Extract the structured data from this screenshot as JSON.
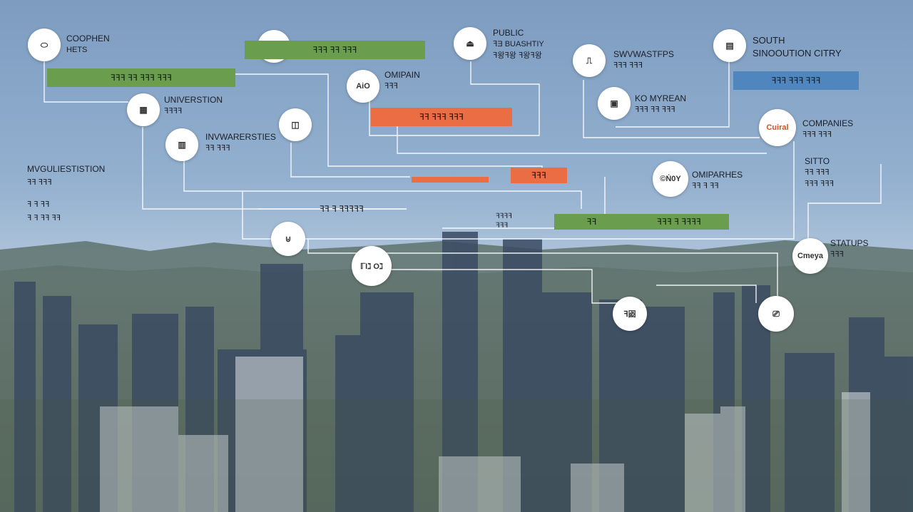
{
  "nodes": {
    "n1": {
      "icon": "pill-icon"
    },
    "n2": {
      "icon": "building-icon"
    },
    "n3": {
      "icon": "stamp-icon"
    },
    "n4": {
      "icon": "document-icon"
    },
    "n5": {
      "icon": "bracket-icon"
    },
    "n6": {
      "icon": "ruler-icon",
      "text": "AiO"
    },
    "n7": {
      "icon": "chart-icon"
    },
    "n8": {
      "icon": "tray-icon"
    },
    "n9": {
      "icon": "window-icon"
    },
    "n10": {
      "icon": "logo-icon",
      "text": "Cuiral"
    },
    "n11": {
      "icon": "grid-icon"
    },
    "n12": {
      "text": "©Ṅ0Y"
    },
    "n13": {
      "icon": "cup-icon"
    },
    "n14": {
      "text": "Cmeya"
    },
    "n15": {
      "icon": "app-icon",
      "text": "ℾƖℷ Oℷ"
    },
    "n16": {
      "text": "ꟻ㘠"
    },
    "n17": {
      "icon": "ticket-icon"
    }
  },
  "labels": {
    "coophen": {
      "line1": "COOPHEN",
      "line2": "HETS"
    },
    "public": {
      "line1": "PUBLIC",
      "line2": "ꟻƎ BUASHTIY",
      "line3": "ꟻ왕ꟻ왕 ꟻ왕ꟻ왕"
    },
    "south": {
      "line1": "SOUTH",
      "line2": "SINOOUTION CITRY"
    },
    "swvwastfps": {
      "line1": "SWVWASTFPS",
      "line2": "ꟻꟻꟻ ꟻꟻꟻ"
    },
    "ompan": {
      "line1": "OMIPAIN",
      "line2": "ꟻꟻꟻ"
    },
    "universtion": {
      "line1": "UNIVERSTION",
      "line2": "ꟻꟻꟻꟻ"
    },
    "komyrean": {
      "line1": "KO MYREAN",
      "line2": "ꟻꟻꟻ ꟻꟻ ꟻꟻꟻ"
    },
    "universities": {
      "line1": "INVWARERSTIES",
      "line2": "ꟻꟻ ꟻꟻꟻ"
    },
    "companies": {
      "line1": "COMPANIES",
      "line2": "ꟻꟻꟻ ꟻꟻꟻ"
    },
    "sitto": {
      "line1": "SITTO",
      "line2": "ꟻꟻ ꟻꟻꟻ",
      "line3": "ꟻꟻꟻ ꟻꟻꟻ"
    },
    "mvgul": {
      "line1": "MVGULIESTISTION",
      "line2": "ꟻꟻ ꟻꟻꟻ",
      "line3": "ꟻ ꟻ ꟻꟻ",
      "line4": "ꟻ ꟻ ꟻꟻ ꟻꟻ"
    },
    "omparhes": {
      "line1": "OMIPARHES",
      "line2": "ꟻꟻ ꟻ ꟻꟻ"
    },
    "startups": {
      "line1": "STATUPS",
      "line2": "ꟻꟻꟻ"
    }
  },
  "bars": {
    "green_top": "ꟻꟻꟻ ꟻꟻ ꟻꟻꟻ",
    "green_left": "ꟻꟻꟻ ꟻꟻ ꟻꟻꟻ ꟻꟻꟻ",
    "orange_mid": "ꟻꟻ ꟻꟻꟻ ꟻꟻꟻ",
    "blue_right": "ꟻꟻꟻ ꟻꟻꟻ ꟻꟻꟻ",
    "orange_small": "ꟻꟻꟻ",
    "green_bottom_a": "ꟻꟻ",
    "green_bottom_b": "ꟻꟻꟻ ꟻ ꟻꟻꟻꟻ"
  },
  "center_text": "ꟻꟻ ꟻ ꟻꟻꟻꟻꟻ",
  "center_small": {
    "line1": "ꟻꟻꟻꟻ",
    "line2": "ꟻꟻꟻ"
  },
  "colors": {
    "green": "#6a9d4e",
    "orange": "#ea6d44",
    "blue": "#4f86bd",
    "node_fill": "#ffffff"
  }
}
